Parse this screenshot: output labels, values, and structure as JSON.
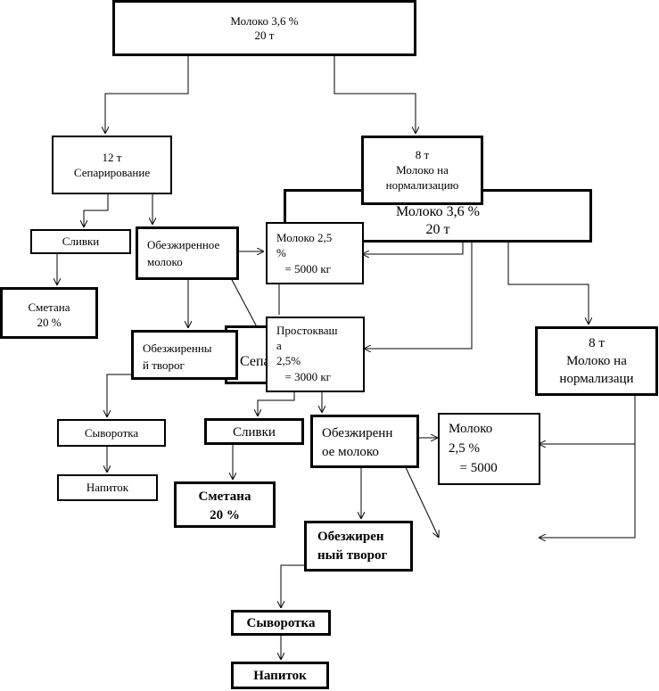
{
  "nodes": {
    "milk_top": {
      "lines": [
        "Молоко 3,6 %",
        "20 т"
      ]
    },
    "sep1": {
      "lines": [
        "12 т",
        "Сепарирование"
      ]
    },
    "norm1": {
      "lines": [
        "8 т",
        "Молоко на",
        "нормализацию"
      ]
    },
    "milk_bg": {
      "lines": [
        "Молоко 3,6 %",
        "20 т"
      ]
    },
    "cream1": {
      "lines": [
        "Сливки"
      ]
    },
    "skim1": {
      "lines": [
        "Обезжиренное",
        "молоко"
      ]
    },
    "milk25a": {
      "lines": [
        "Молоко 2,5",
        "%",
        "      = 5000 кг"
      ]
    },
    "smetana1": {
      "lines": [
        "Сметана",
        "20 %"
      ]
    },
    "curd1": {
      "lines": [
        "Обезжиренны",
        "й творог"
      ]
    },
    "sep_bg": {
      "lines": [
        "Сепа"
      ]
    },
    "prostokv": {
      "lines": [
        "Простокваш",
        "а",
        "2,5%",
        "      = 3000 кг"
      ]
    },
    "norm2": {
      "lines": [
        "8 т",
        "Молоко на",
        "нормализаци"
      ]
    },
    "whey1": {
      "lines": [
        "Сыворотка"
      ]
    },
    "cream2": {
      "lines": [
        "Сливки"
      ]
    },
    "skim2": {
      "lines": [
        "Обезжиренн",
        "ое молоко"
      ]
    },
    "milk25b": {
      "lines": [
        "Молоко",
        "2,5 %",
        "      = 5000"
      ]
    },
    "drink1": {
      "lines": [
        "Напиток"
      ]
    },
    "smetana2": {
      "lines": [
        "Сметана",
        "20 %"
      ]
    },
    "curd2": {
      "lines": [
        "Обезжирен",
        "ный творог"
      ]
    },
    "whey2": {
      "lines": [
        "Сыворотка"
      ]
    },
    "drink2": {
      "lines": [
        "Напиток"
      ]
    }
  }
}
